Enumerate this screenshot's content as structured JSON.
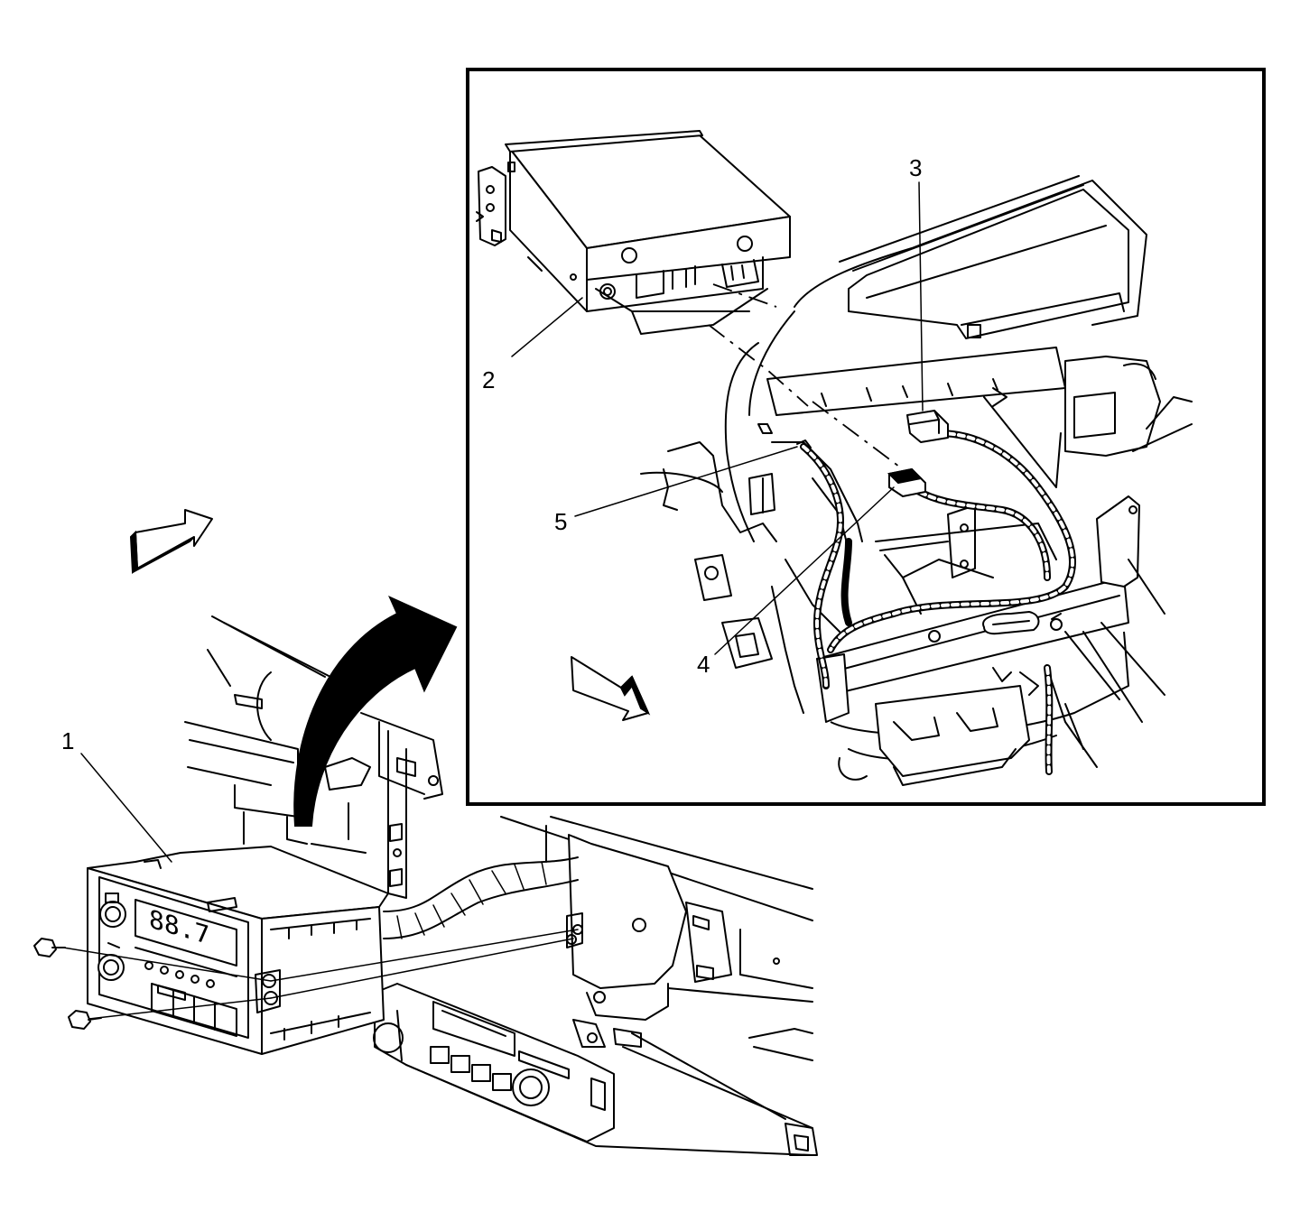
{
  "diagram": {
    "callouts": [
      {
        "id": "1",
        "label": "1"
      },
      {
        "id": "2",
        "label": "2"
      },
      {
        "id": "3",
        "label": "3"
      },
      {
        "id": "4",
        "label": "4"
      },
      {
        "id": "5",
        "label": "5"
      }
    ],
    "radio_display": "88.7"
  }
}
